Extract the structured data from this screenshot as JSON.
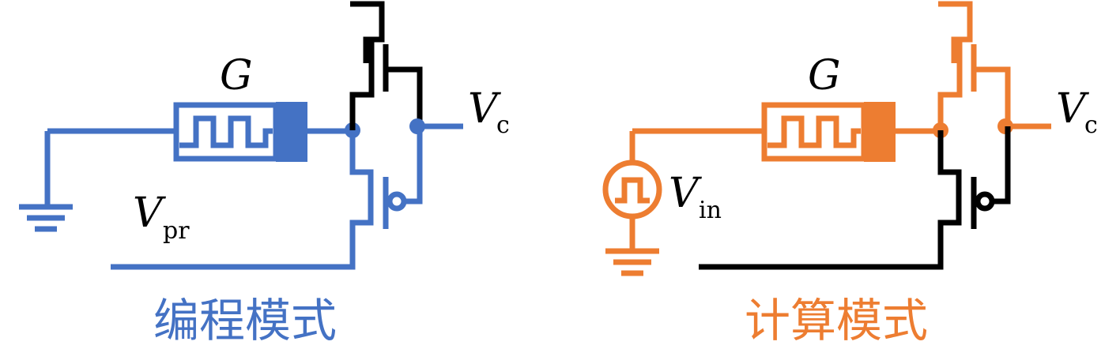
{
  "colors": {
    "program": "#4472C4",
    "compute": "#ED7D31",
    "transistor": "#000000"
  },
  "left_circuit": {
    "conductance_label": "G",
    "output_label": "V",
    "output_sub": "c",
    "pr_label": "V",
    "pr_sub": "pr",
    "caption": "编程模式"
  },
  "right_circuit": {
    "conductance_label": "G",
    "output_label": "V",
    "output_sub": "c",
    "in_label": "V",
    "in_sub": "in",
    "caption": "计算模式"
  }
}
